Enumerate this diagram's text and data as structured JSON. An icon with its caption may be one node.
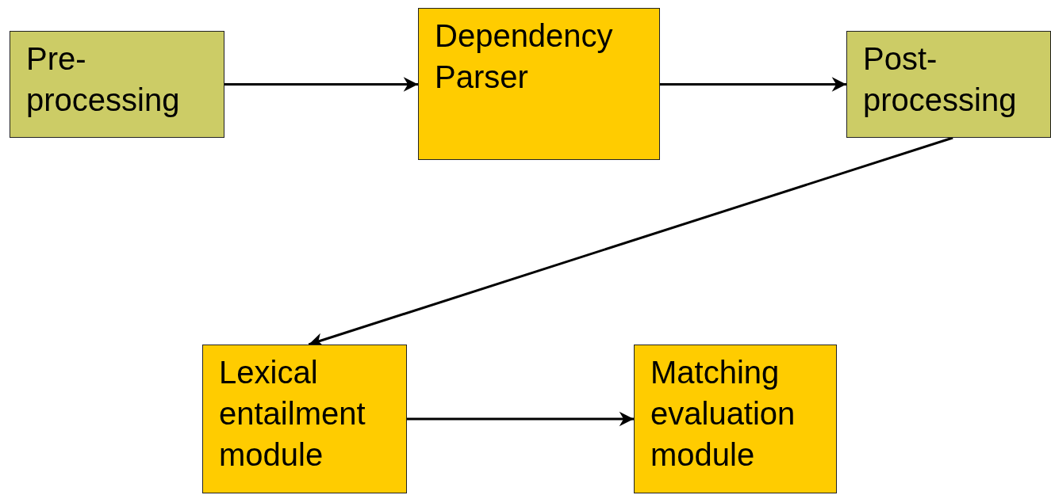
{
  "diagram": {
    "nodes": [
      {
        "text": [
          "Pre-processing"
        ]
      },
      {
        "text": [
          "Dependency Parser"
        ]
      },
      {
        "text": [
          "Post-processing"
        ]
      },
      {
        "text": [
          "Lexical entailment module"
        ]
      },
      {
        "text": [
          "Matching evaluation module"
        ]
      }
    ],
    "edges": [
      {
        "from": 0,
        "to": 1,
        "arrow": "to"
      },
      {
        "from": 1,
        "to": 2,
        "arrow": "to"
      },
      {
        "from": 2,
        "to": 3,
        "arrow": "to"
      },
      {
        "from": 3,
        "to": 4,
        "arrow": "to"
      }
    ]
  }
}
